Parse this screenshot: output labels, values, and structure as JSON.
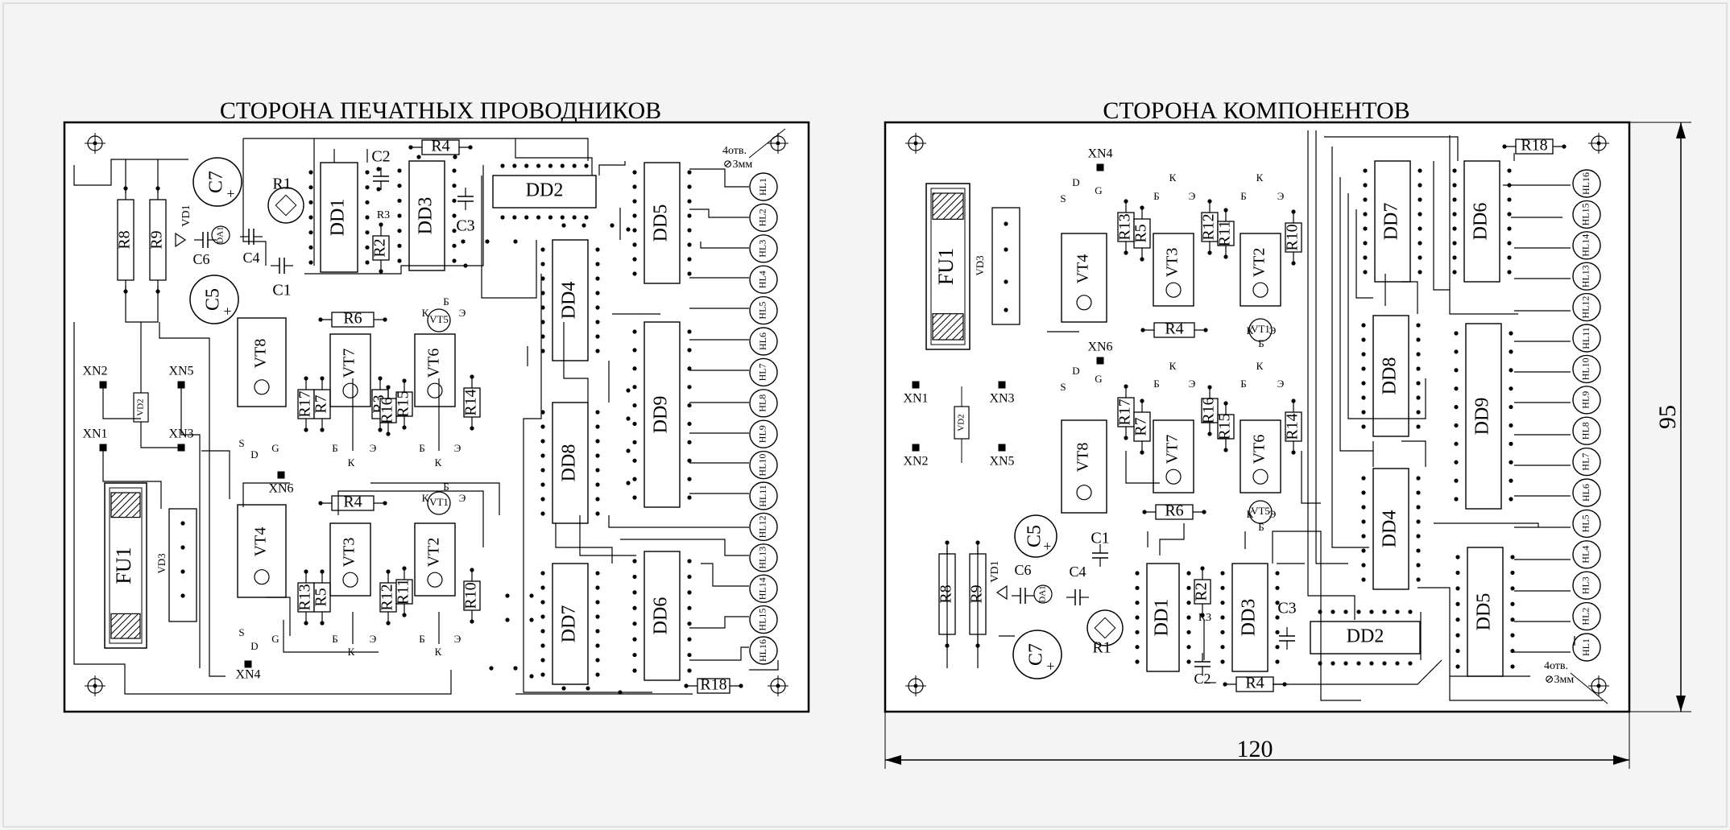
{
  "titles": {
    "left": "СТОРОНА ПЕЧАТНЫХ ПРОВОДНИКОВ",
    "right": "СТОРОНА КОМПОНЕНТОВ"
  },
  "dimensions": {
    "height": "95",
    "width": "120"
  },
  "holes_note": {
    "line1": "4отв.",
    "line2": "⊘3мм"
  },
  "led_labels": [
    "HL1",
    "HL2",
    "HL3",
    "HL4",
    "HL5",
    "HL6",
    "HL7",
    "HL8",
    "HL9",
    "HL10",
    "HL11",
    "HL12",
    "HL13",
    "HL14",
    "HL15",
    "HL16"
  ],
  "left_board": {
    "chips": [
      "DD1",
      "DD2",
      "DD3",
      "DD4",
      "DD5",
      "DD6",
      "DD7",
      "DD8",
      "DD9"
    ],
    "resistors": [
      "R1",
      "R2",
      "R3",
      "R4",
      "R5",
      "R6",
      "R7",
      "R8",
      "R9",
      "R10",
      "R11",
      "R12",
      "R13",
      "R14",
      "R15",
      "R16",
      "R17",
      "R18"
    ],
    "capacitors": [
      "C1",
      "C2",
      "C3",
      "C4",
      "C5",
      "C6",
      "C7"
    ],
    "transistors": [
      "VT1",
      "VT2",
      "VT3",
      "VT4",
      "VT5",
      "VT6",
      "VT7",
      "VT8"
    ],
    "connectors": [
      "XN1",
      "XN2",
      "XN3",
      "XN4",
      "XN5",
      "XN6"
    ],
    "misc": [
      "FU1",
      "VD1",
      "VD2",
      "VD3",
      "DA1"
    ],
    "pins": [
      "S",
      "D",
      "G",
      "Б",
      "К",
      "Э"
    ]
  },
  "right_board": {
    "chips": [
      "DD1",
      "DD2",
      "DD3",
      "DD4",
      "DD5",
      "DD6",
      "DD7",
      "DD8",
      "DD9"
    ],
    "resistors": [
      "R1",
      "R2",
      "R3",
      "R4",
      "R5",
      "R6",
      "R7",
      "R8",
      "R9",
      "R10",
      "R11",
      "R12",
      "R13",
      "R14",
      "R15",
      "R16",
      "R17",
      "R18"
    ],
    "capacitors": [
      "C1",
      "C2",
      "C3",
      "C4",
      "C5",
      "C6",
      "C7"
    ],
    "transistors": [
      "VT1",
      "VT2",
      "VT3",
      "VT4",
      "VT5",
      "VT6",
      "VT7",
      "VT8"
    ],
    "connectors": [
      "XN1",
      "XN2",
      "XN3",
      "XN4",
      "XN5",
      "XN6"
    ],
    "misc": [
      "FU1",
      "VD1",
      "VD2",
      "VD3",
      "DA1"
    ]
  }
}
